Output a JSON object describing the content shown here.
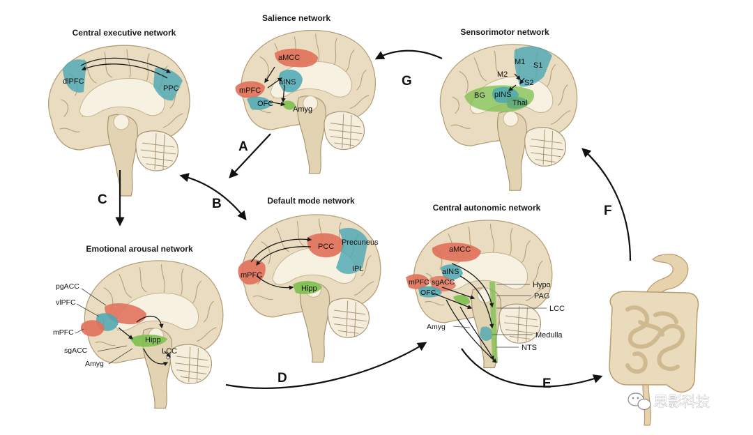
{
  "networks": {
    "central_executive": {
      "title": "Central executive network",
      "labels": [
        "dlPFC",
        "PPC"
      ]
    },
    "salience": {
      "title": "Salience network",
      "labels": [
        "aMCC",
        "aINS",
        "mPFC",
        "OFC",
        "Amyg"
      ]
    },
    "sensorimotor": {
      "title": "Sensorimotor network",
      "labels": [
        "M1",
        "S1",
        "M2",
        "S2",
        "BG",
        "pINS",
        "Thal"
      ]
    },
    "default_mode": {
      "title": "Default mode network",
      "labels": [
        "PCC",
        "Precuneus",
        "IPL",
        "mPFC",
        "Hipp"
      ]
    },
    "emotional_arousal": {
      "title": "Emotional arousal network",
      "labels": [
        "pgACC",
        "vlPFC",
        "mPFC",
        "sgACC",
        "Amyg",
        "Hipp",
        "LCC"
      ]
    },
    "central_autonomic": {
      "title": "Central autonomic network",
      "labels": [
        "aMCC",
        "aINS",
        "mPFC",
        "sgACC",
        "OFC",
        "Hypo",
        "PAG",
        "LCC",
        "Amyg",
        "Medulla",
        "NTS"
      ]
    }
  },
  "arrows": [
    "A",
    "B",
    "C",
    "D",
    "E",
    "F",
    "G"
  ],
  "watermark": "思影科技",
  "colors": {
    "red_region": "#e0705a",
    "teal_region": "#4aa7b4",
    "green_region": "#7dbf4f",
    "brain": "#e9dcc0",
    "gut": "#e6d2ac"
  },
  "icons": {
    "watermark": "wechat-icon"
  }
}
